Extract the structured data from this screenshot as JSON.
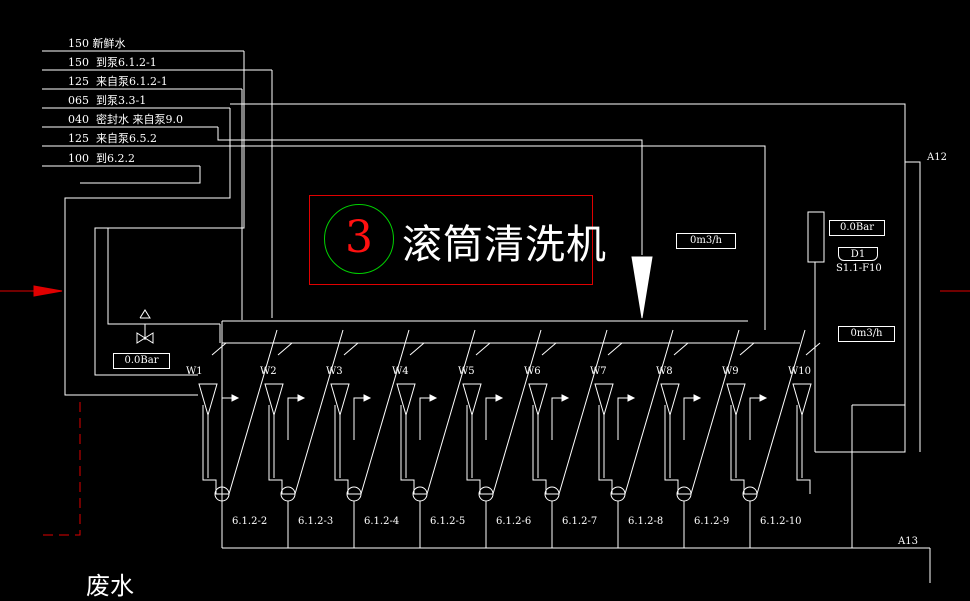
{
  "pipes": [
    {
      "size": "150",
      "text": "新鲜水"
    },
    {
      "size": "150",
      "text": "到泵6.1.2-1"
    },
    {
      "size": "125",
      "text": "来自泵6.1.2-1"
    },
    {
      "size": "065",
      "text": "到泵3.3-1"
    },
    {
      "size": "040",
      "text": "密封水 来自泵9.0"
    },
    {
      "size": "125",
      "text": "来自泵6.5.2"
    },
    {
      "size": "100",
      "text": "到6.2.2"
    }
  ],
  "title": {
    "number": "3",
    "name": "滚筒清洗机"
  },
  "tags": {
    "flow_center": "0m3/h",
    "flow_right": "0m3/h",
    "pressure_right": "0.0Bar",
    "pressure_left": "0.0Bar",
    "device_d1": "D1",
    "device_range": "S1.1-F10"
  },
  "washers": [
    "W1",
    "W2",
    "W3",
    "W4",
    "W5",
    "W6",
    "W7",
    "W8",
    "W9",
    "W10"
  ],
  "pumps": [
    "6.1.2-2",
    "6.1.2-3",
    "6.1.2-4",
    "6.1.2-5",
    "6.1.2-6",
    "6.1.2-7",
    "6.1.2-8",
    "6.1.2-9",
    "6.1.2-10"
  ],
  "edge_labels": {
    "top_right": "A12",
    "bottom_right": "A13"
  },
  "bottom_text": "废水"
}
